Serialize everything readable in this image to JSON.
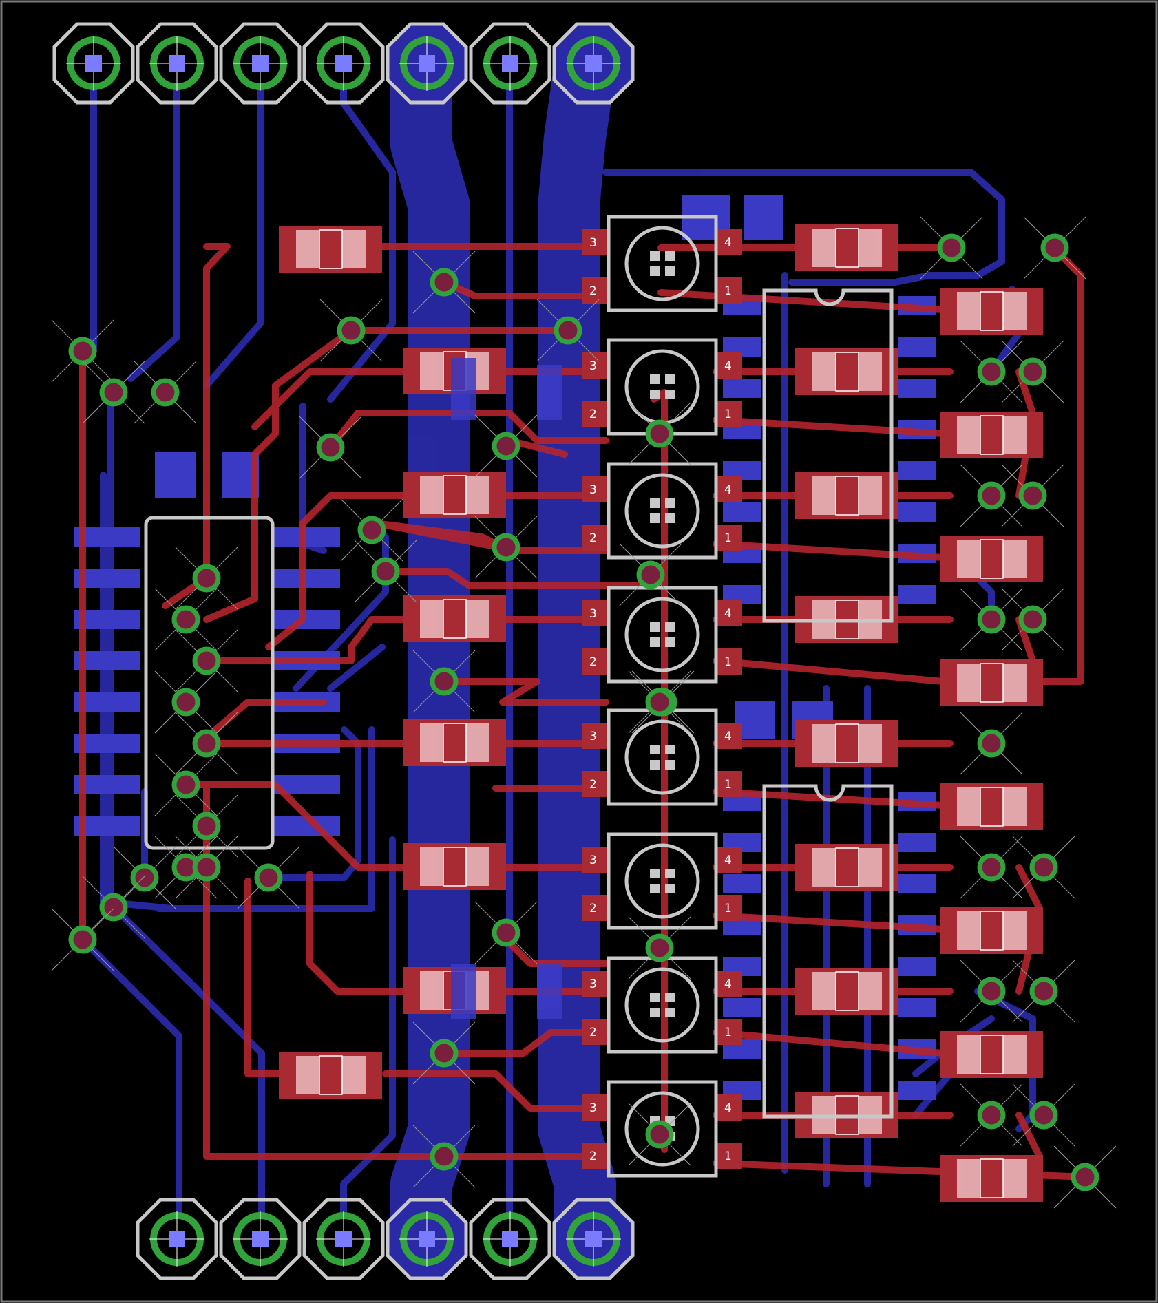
{
  "view": {
    "title": "",
    "background_color": "#000000",
    "board_outline_color": "#7a7a7a"
  },
  "colors": {
    "top_copper": "#b4242c",
    "bottom_copper": "#2a2aa6",
    "pad_body": "#e8b4b8",
    "silkscreen": "#c8c8c8",
    "via_ring": "#31a33a",
    "header_pad_hole": "#7b7bff"
  },
  "components": {
    "header_top": {
      "pins": 7
    },
    "header_bottom": {
      "pins": 6
    },
    "led_footprints": {
      "count": 8,
      "pin_labels": [
        "1",
        "2",
        "3",
        "4"
      ]
    },
    "dip_ics": {
      "count": 3
    }
  }
}
